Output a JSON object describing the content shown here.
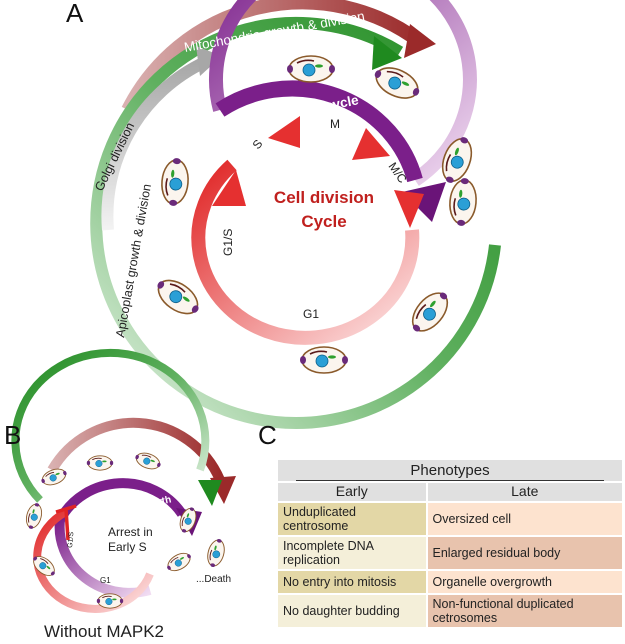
{
  "panel_a": {
    "letter": "A",
    "arc_labels": {
      "mitochondria": "Mitochondria growth & division",
      "golgi": "Golgi division",
      "apicoplast": "Apicoplast growth & division",
      "growth_cycle": "Cellular growth cycle"
    },
    "center_title_line1": "Cell division",
    "center_title_line2": "Cycle",
    "phases": {
      "g1s": "G1/S",
      "s": "S",
      "m": "M",
      "mc": "M/C",
      "g1": "G1"
    }
  },
  "panel_b": {
    "letter": "B",
    "continued": "Continued growth",
    "arrest_line1": "Arrest in",
    "arrest_line2": "Early S",
    "g1s": "G1/S",
    "g1": "G1",
    "death": "...Death",
    "caption": "Without MAPK2"
  },
  "panel_c": {
    "letter": "C",
    "title": "Phenotypes",
    "col_early": "Early",
    "col_late": "Late",
    "rows": [
      {
        "early": "Unduplicated centrosome",
        "late": "Oversized cell"
      },
      {
        "early": "Incomplete DNA replication",
        "late": "Enlarged residual body"
      },
      {
        "early": "No entry into mitosis",
        "late": "Organelle overgrowth"
      },
      {
        "early": "No daughter budding",
        "late": "Non-functional duplicated cetrosomes"
      }
    ]
  },
  "colors": {
    "mitochondria": "#9b2a2a",
    "apicoplast": "#2e8b2e",
    "golgi": "#b0b0b0",
    "growth": "#7b1f8a",
    "division": "#e02424",
    "title_red": "#c0201e"
  }
}
